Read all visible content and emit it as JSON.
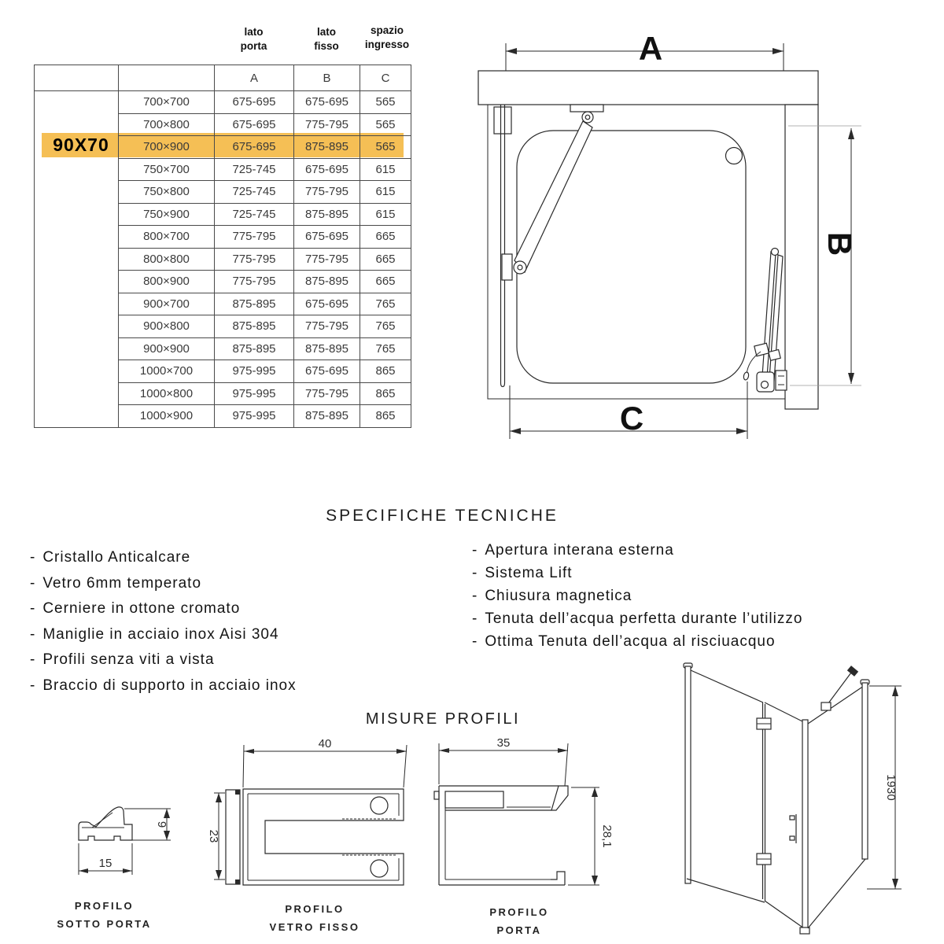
{
  "table": {
    "super_headers": [
      [
        "lato",
        "porta"
      ],
      [
        "lato",
        "fisso"
      ],
      [
        "spazio",
        "ingresso"
      ]
    ],
    "col_headers": [
      "A",
      "B",
      "C"
    ],
    "highlight_label": "90X70",
    "highlight_row_index": 2,
    "highlight_color": "#F5BF55",
    "rows": [
      {
        "size": "700×700",
        "a": "675-695",
        "b": "675-695",
        "c": "565"
      },
      {
        "size": "700×800",
        "a": "675-695",
        "b": "775-795",
        "c": "565"
      },
      {
        "size": "700×900",
        "a": "675-695",
        "b": "875-895",
        "c": "565"
      },
      {
        "size": "750×700",
        "a": "725-745",
        "b": "675-695",
        "c": "615"
      },
      {
        "size": "750×800",
        "a": "725-745",
        "b": "775-795",
        "c": "615"
      },
      {
        "size": "750×900",
        "a": "725-745",
        "b": "875-895",
        "c": "615"
      },
      {
        "size": "800×700",
        "a": "775-795",
        "b": "675-695",
        "c": "665"
      },
      {
        "size": "800×800",
        "a": "775-795",
        "b": "775-795",
        "c": "665"
      },
      {
        "size": "800×900",
        "a": "775-795",
        "b": "875-895",
        "c": "665"
      },
      {
        "size": "900×700",
        "a": "875-895",
        "b": "675-695",
        "c": "765"
      },
      {
        "size": "900×800",
        "a": "875-895",
        "b": "775-795",
        "c": "765"
      },
      {
        "size": "900×900",
        "a": "875-895",
        "b": "875-895",
        "c": "765"
      },
      {
        "size": "1000×700",
        "a": "975-995",
        "b": "675-695",
        "c": "865"
      },
      {
        "size": "1000×800",
        "a": "975-995",
        "b": "775-795",
        "c": "865"
      },
      {
        "size": "1000×900",
        "a": "975-995",
        "b": "875-895",
        "c": "865"
      }
    ]
  },
  "diagram_top": {
    "labels": {
      "a": "A",
      "b": "B",
      "c": "C"
    }
  },
  "specs": {
    "title": "SPECIFICHE TECNICHE",
    "left": [
      "Cristallo Anticalcare",
      "Vetro 6mm temperato",
      "Cerniere in ottone cromato",
      "Maniglie in acciaio inox Aisi 304",
      "Profili senza viti a vista",
      "Braccio di supporto in acciaio inox"
    ],
    "right": [
      "Apertura interana esterna",
      "Sistema Lift",
      "Chiusura magnetica",
      "Tenuta dell’acqua perfetta durante l’utilizzo",
      "Ottima Tenuta dell’acqua al risciuacquo"
    ]
  },
  "profiles": {
    "title": "MISURE PROFILI",
    "sotto_porta": {
      "label1": "PROFILO",
      "label2": "SOTTO PORTA",
      "width": "15",
      "height": "9"
    },
    "vetro_fisso": {
      "label1": "PROFILO",
      "label2": "VETRO FISSO",
      "width": "40",
      "height": "23"
    },
    "porta": {
      "label1": "PROFILO",
      "label2": "PORTA",
      "width": "35",
      "height": "28,1"
    },
    "enclosure_height": "1930"
  }
}
